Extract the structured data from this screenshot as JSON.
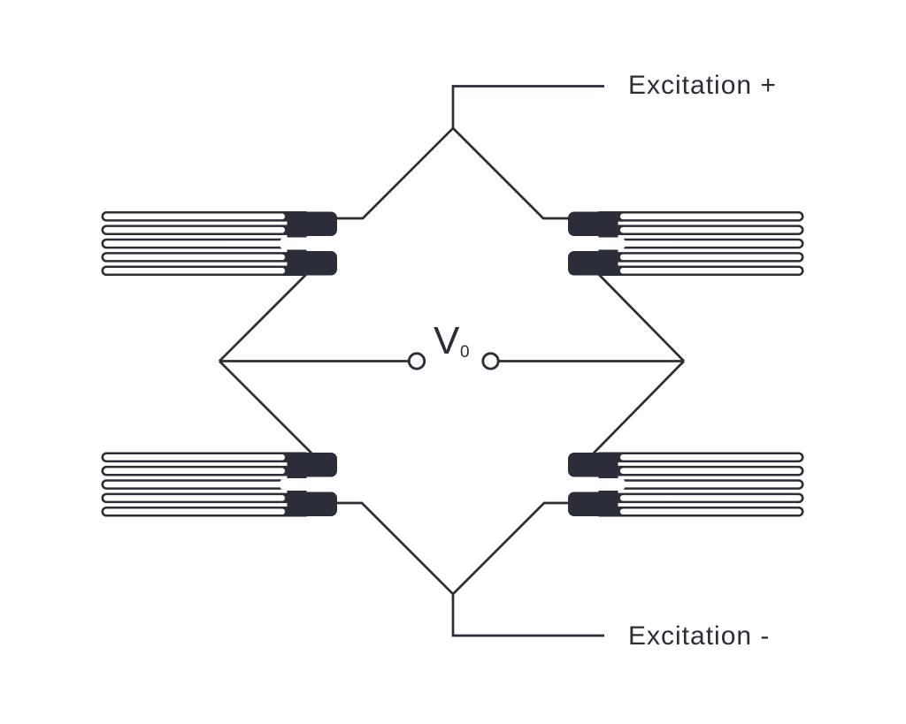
{
  "labels": {
    "excitation_positive": "Excitation +",
    "excitation_negative": "Excitation -",
    "output_voltage": {
      "main": "V",
      "subscript": "0"
    }
  },
  "colors": {
    "ink": "#2b2e38",
    "background": "#ffffff"
  },
  "icons": [
    {
      "name": "strain-gauge-top-left-icon",
      "meaning": "strain gauge grid, terminals facing right"
    },
    {
      "name": "strain-gauge-top-right-icon",
      "meaning": "strain gauge grid, terminals facing left"
    },
    {
      "name": "strain-gauge-bottom-left-icon",
      "meaning": "strain gauge grid, terminals facing right"
    },
    {
      "name": "strain-gauge-bottom-right-icon",
      "meaning": "strain gauge grid, terminals facing left"
    },
    {
      "name": "output-terminal-left-icon",
      "meaning": "open circle output terminal"
    },
    {
      "name": "output-terminal-right-icon",
      "meaning": "open circle output terminal"
    }
  ]
}
